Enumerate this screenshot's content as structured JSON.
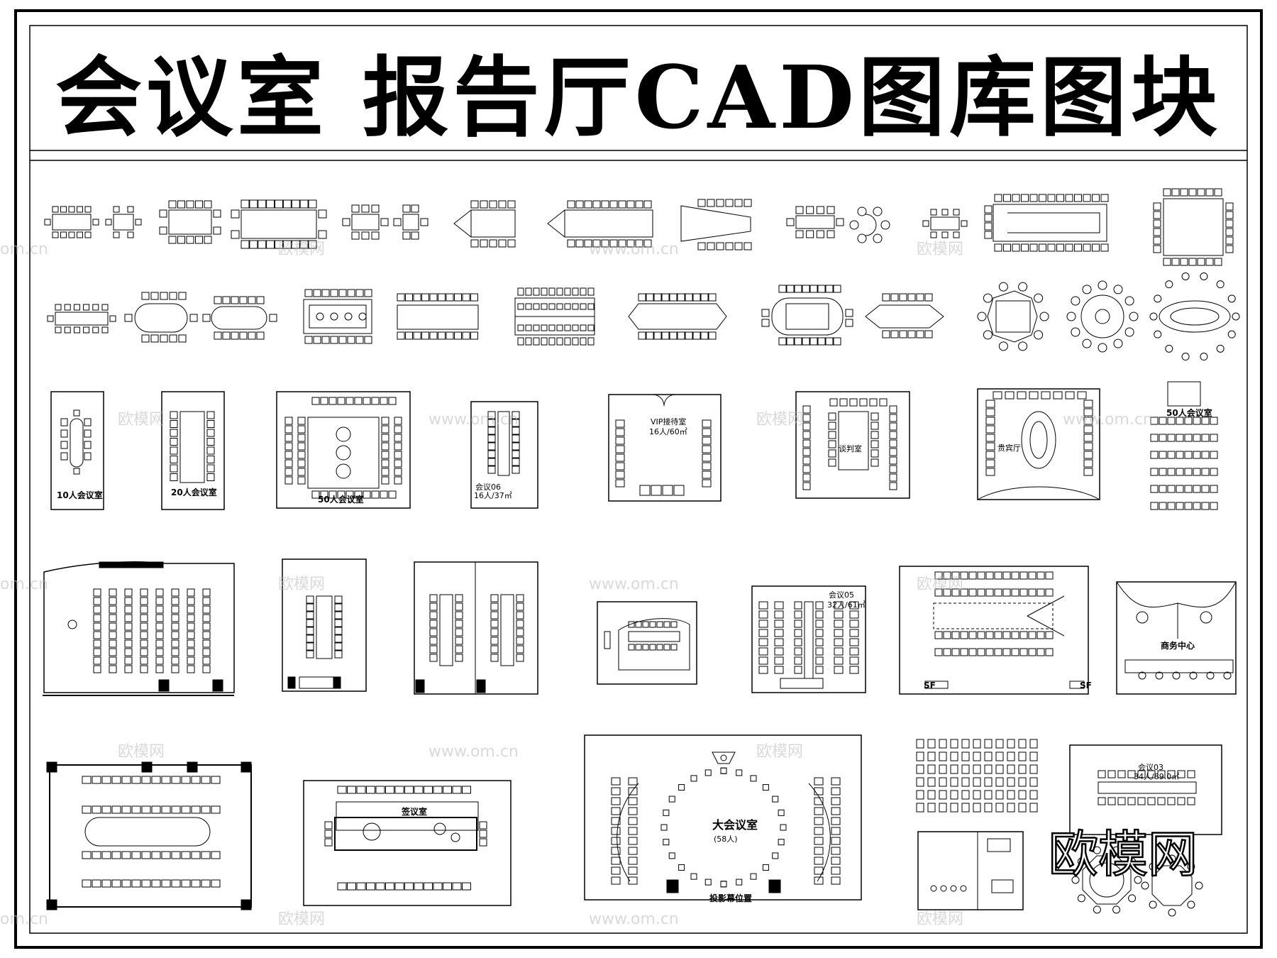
{
  "title": "会议室  报告厅CAD图库图块",
  "labels": {
    "room10": "10人会议室",
    "room20": "20人会议室",
    "room50a": "50人会议室",
    "meeting06_name": "会议06",
    "meeting06_cap": "16人/37㎡",
    "vip_name": "VIP接待室",
    "vip_cap": "16人/60㎡",
    "negotiation": "谈判室",
    "guest_hall": "贵宾厅",
    "room50b": "50人会议室",
    "meeting05_name": "会议05",
    "meeting05_cap": "32人/61㎡",
    "business_center": "商务中心",
    "signing_room": "签议室",
    "big_hall": "大会议室",
    "big_hall_cap": "(58人)",
    "projection": "投影幕位置",
    "meeting03_name": "会议03",
    "meeting03_cap": "34人/89.0㎡",
    "sf": "SF"
  },
  "watermark": {
    "brand": "欧模网",
    "url": "www.om.cn",
    "domain": "om.cn"
  },
  "colors": {
    "line": "#000000",
    "background": "#ffffff",
    "watermark": "#bbbbbb"
  }
}
